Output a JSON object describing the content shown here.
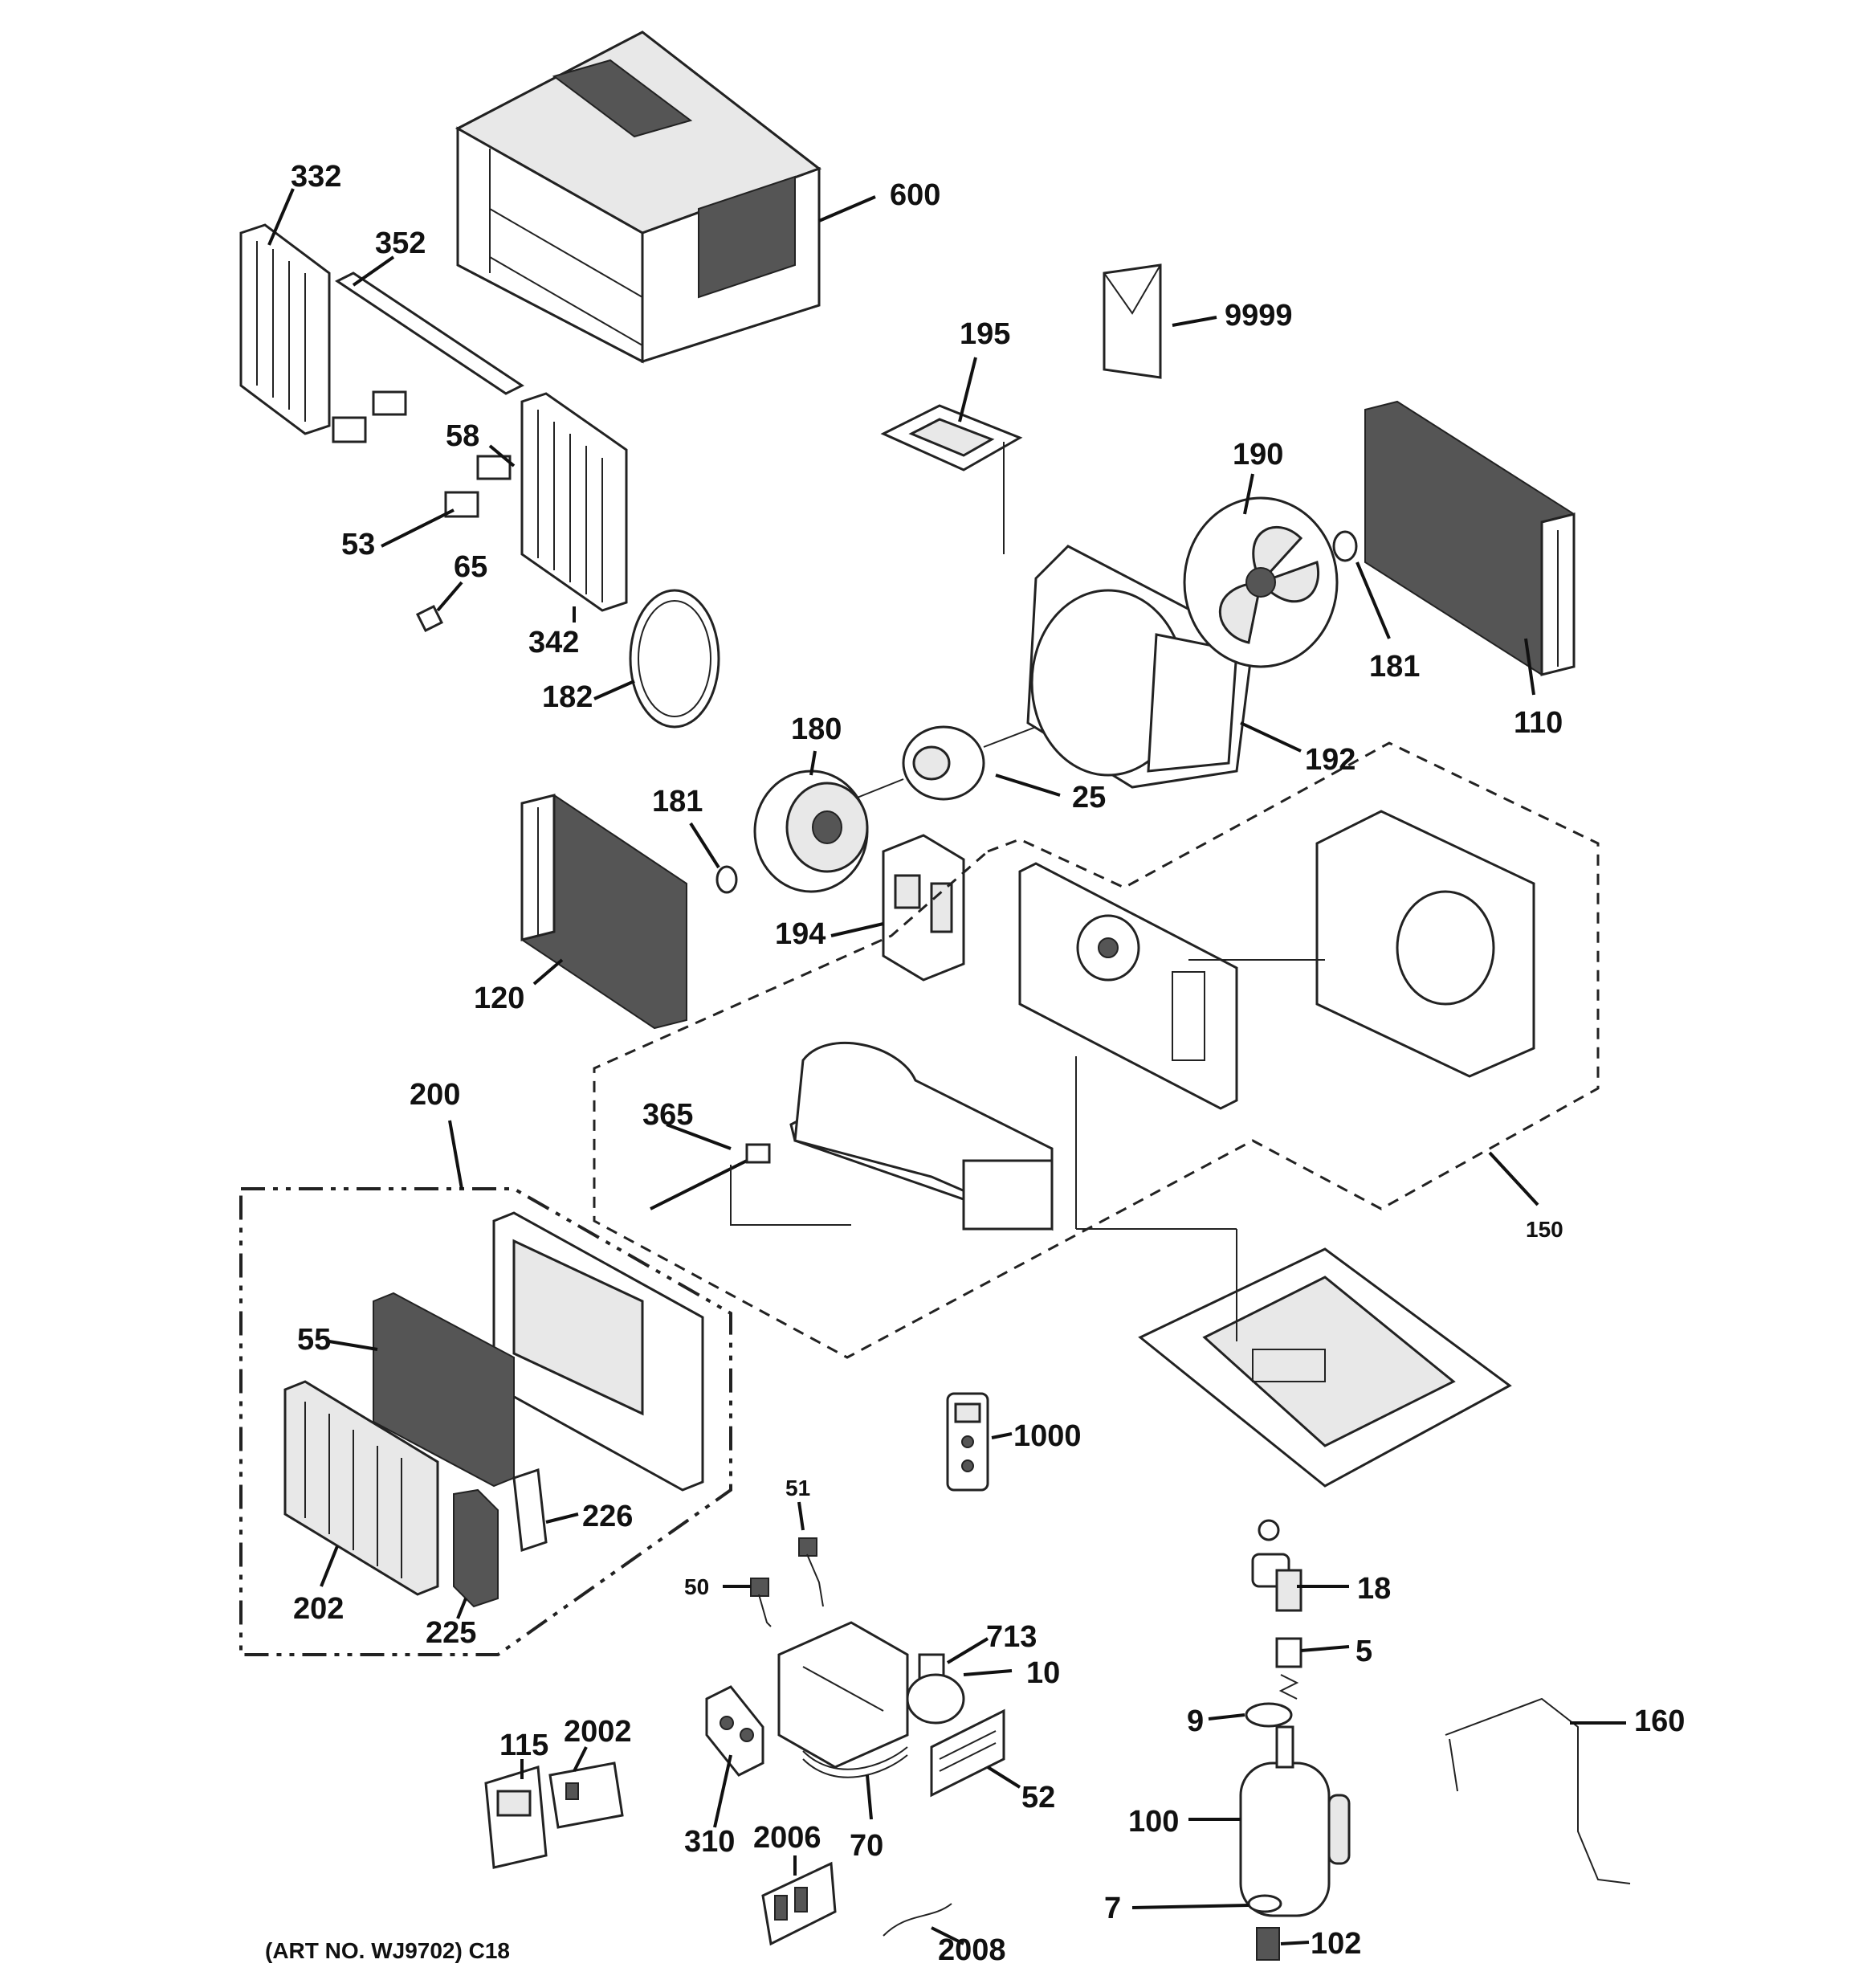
{
  "footer": {
    "art_number": "(ART NO. WJ9702) C18"
  },
  "labels": {
    "p332": "332",
    "p352": "352",
    "p600": "600",
    "p9999": "9999",
    "p195": "195",
    "p190": "190",
    "p58": "58",
    "p53": "53",
    "p65": "65",
    "p342": "342",
    "p182": "182",
    "p181a": "181",
    "p110": "110",
    "p180": "180",
    "p192": "192",
    "p25": "25",
    "p181b": "181",
    "p194": "194",
    "p120": "120",
    "p200": "200",
    "p365": "365",
    "p150": "150",
    "p55": "55",
    "p1000": "1000",
    "p226": "226",
    "p51": "51",
    "p18": "18",
    "p50": "50",
    "p202": "202",
    "p225": "225",
    "p713": "713",
    "p5": "5",
    "p10": "10",
    "p9": "9",
    "p160": "160",
    "p115": "115",
    "p2002": "2002",
    "p52": "52",
    "p100": "100",
    "p310": "310",
    "p70": "70",
    "p2006": "2006",
    "p7": "7",
    "p2008": "2008",
    "p102": "102"
  }
}
